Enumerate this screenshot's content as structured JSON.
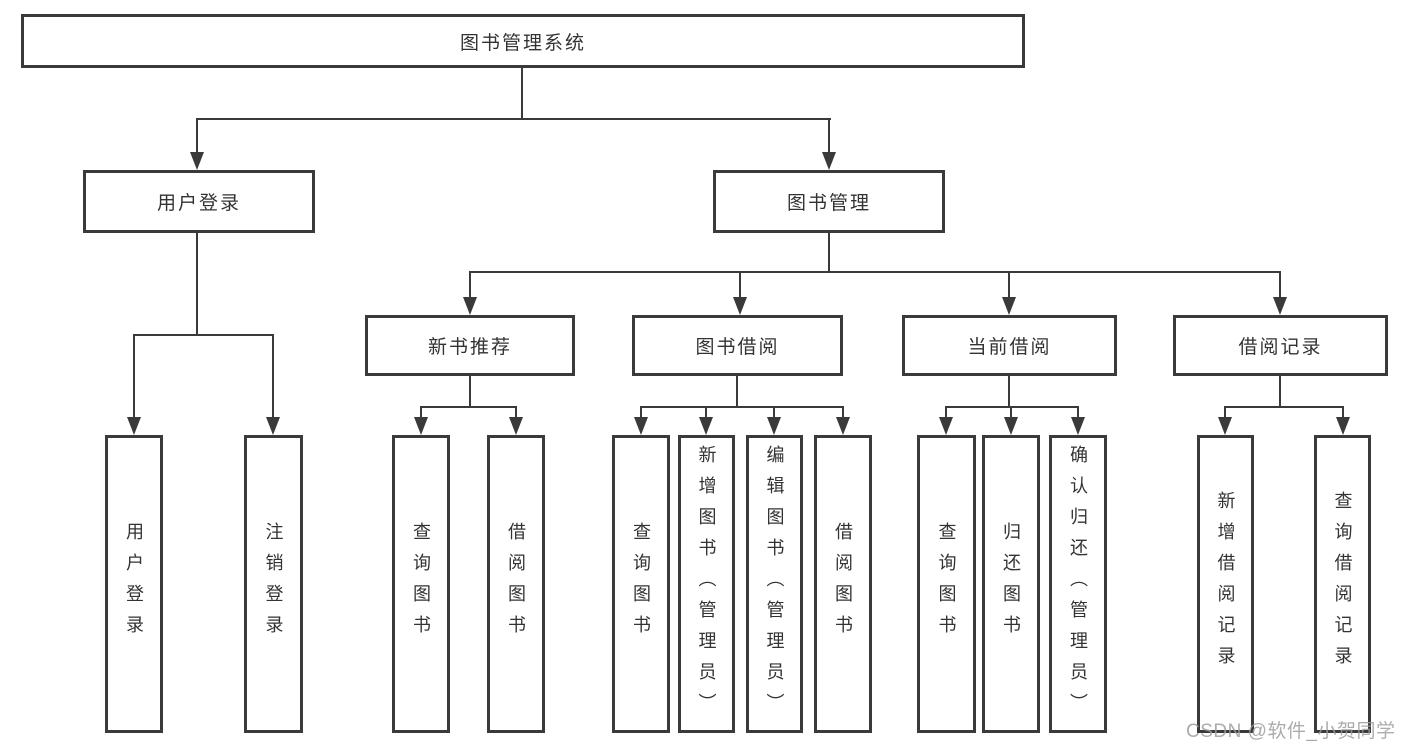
{
  "diagram_title": "图书管理系统",
  "tree": {
    "label": "图书管理系统",
    "children": [
      {
        "label": "用户登录",
        "children": [
          {
            "label": "用户登录"
          },
          {
            "label": "注销登录"
          }
        ]
      },
      {
        "label": "图书管理",
        "children": [
          {
            "label": "新书推荐",
            "children": [
              {
                "label": "查询图书"
              },
              {
                "label": "借阅图书"
              }
            ]
          },
          {
            "label": "图书借阅",
            "children": [
              {
                "label": "查询图书"
              },
              {
                "label": "新增图书（管理员）"
              },
              {
                "label": "编辑图书（管理员）"
              },
              {
                "label": "借阅图书"
              }
            ]
          },
          {
            "label": "当前借阅",
            "children": [
              {
                "label": "查询图书"
              },
              {
                "label": "归还图书"
              },
              {
                "label": "确认归还（管理员）"
              }
            ]
          },
          {
            "label": "借阅记录",
            "children": [
              {
                "label": "新增借阅记录"
              },
              {
                "label": "查询借阅记录"
              }
            ]
          }
        ]
      }
    ]
  },
  "watermark": {
    "text": "CSDN @软件_小贺同学"
  },
  "colors": {
    "line": "#3a3a3a",
    "text": "#333333",
    "background": "#ffffff",
    "watermark": "#9e9e9e"
  }
}
